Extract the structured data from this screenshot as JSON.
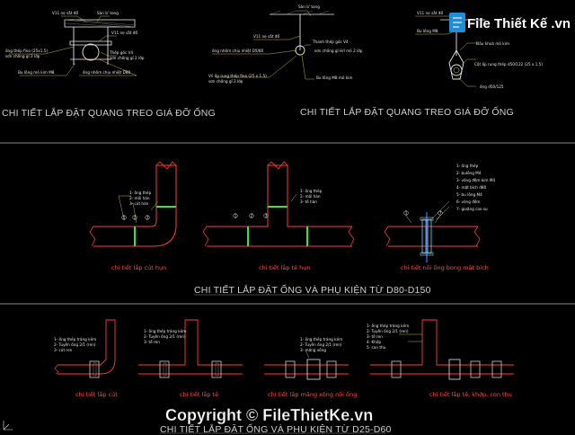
{
  "top_labels": {
    "l1": "V11 nẹ sắt đổ",
    "l2": "Sàn b' tong",
    "l3": "V11 nẹ sắt đổ",
    "l4": "ống thép fino (25x1.5)",
    "l5": "sơn chống gỉ 2 lớp",
    "l6": "Thép góc V4",
    "l7": "sơn chống gỉ 2 lớp",
    "l8": "Bu lông mỏ kim M8",
    "l9": "ống nhôm chịu nhiệt D80",
    "m1": "Sàn b' tong",
    "m2": "V11 nẹ sắt đổ",
    "m3": "Thanh thép góc V4",
    "m4": "ống nhôm chịu nhiệt D5/80",
    "m5": "sơn chống gỉ H/l mỏ 2 lớp",
    "m6": "V/i ốp rung thép fino (25 x 1.5)",
    "m7": "sơn chống gỉ 2 lớp",
    "m8": "Bu lông M8 mỏ kim",
    "r1": "V11 nẹ sắt đổ",
    "r2": "Bu lông M8",
    "r3": "Đầu khoá mỏ kim",
    "r4": "Cột ốp rung thép d50/122 (25 x 1.5)",
    "r5": "ống d50/125"
  },
  "titles": {
    "section1_left": "CHI TIẾT LẮP ĐẶT QUANG TREO GIÁ ĐỠ ỐNG",
    "section1_right": "CHI TIẾT LẮP ĐẶT QUANG TREO GIÁ ĐỠ ỐNG",
    "section2": "CHI TIẾT LẮP ĐẶT ỐNG VÀ PHỤ KIỆN TỪ D80-D150",
    "section3": "CHI TIẾT LẮP ĐẶT ỐNG VÀ PHỤ KIỆN TỪ D25-D60"
  },
  "mid_captions": {
    "c1": "chi tiết lắp cút hụn",
    "c2": "chi tiết lắp tê hụn",
    "c3": "chi tiết nối ống bong mặt bích"
  },
  "mid_legend": {
    "left": [
      "1- ống thép",
      "2- mối hàn",
      "3- cút hàn"
    ],
    "center": [
      "1- ống thép",
      "2- mối hàn",
      "3- tê hàn"
    ],
    "right": [
      "1- ống thép",
      "2- bulông M4",
      "3- vòng đệm kim M4",
      "4- mặt bích d80",
      "5- bu lông M4",
      "6- vòng đệm",
      "7- gioăng cao su"
    ]
  },
  "bottom_captions": {
    "c1": "chi tiết lắp cút",
    "c2": "chi tiết lắp tê",
    "c3": "chi tiết lắp măng xông nối ống",
    "c4": "chi tiết lắp tê, khớp, con thu"
  },
  "bottom_legend": {
    "a": [
      "1- ống thép tráng kẽm",
      "2- Tuyên ống 2/1 (ren)",
      "3- cút ren"
    ],
    "b": [
      "1- ống thép tráng kẽm",
      "2- Tuyên ống 2/1 (ren)",
      "3- tê ren"
    ],
    "c": [
      "1- ống thép tráng kẽm",
      "2- Tuyên ống 2/1 (ren)",
      "3- măng xông"
    ],
    "d": [
      "1- ống thép tráng kẽm",
      "2- Tuyên ống 2/1 (ren)",
      "3- tê ren",
      "4- Khớp",
      "5- con thu"
    ]
  },
  "point_numbers": [
    "1",
    "2",
    "3",
    "4",
    "5",
    "6",
    "7"
  ],
  "watermark": {
    "logo_text": "File Thiết Kế .vn",
    "copyright": "Copyright © FileThietKe.vn"
  },
  "colors": {
    "background": "#000000",
    "pipe_outline": "#ff3b3b",
    "annotation": "#e8e8e8",
    "weld": "#37e637",
    "leader": "#f5e34a",
    "section_line": "#888888",
    "caption": "#ff4c4c"
  }
}
